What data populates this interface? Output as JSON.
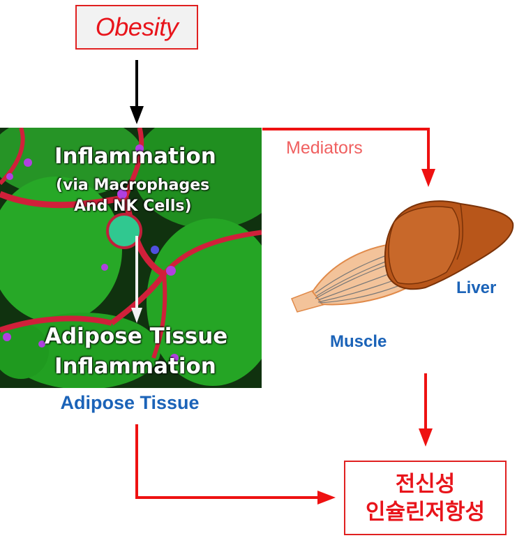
{
  "obesity": {
    "label": "Obesity"
  },
  "micrograph": {
    "line1": "Inflammation",
    "line2": "(via Macrophages",
    "line3": "And NK Cells)",
    "line4": "Adipose Tissue",
    "line5": "Inflammation"
  },
  "labels": {
    "adipose_tissue": "Adipose Tissue",
    "mediators": "Mediators",
    "muscle": "Muscle",
    "liver": "Liver"
  },
  "result": {
    "line1": "전신성",
    "line2": "인슐린저항성"
  },
  "colors": {
    "accent_red": "#e8141b",
    "label_blue": "#1b63b8",
    "mediators_pink": "#f06060",
    "cell_green": "#22b022",
    "membrane_red": "#d0203a",
    "nuclei_magenta": "#b040e0",
    "liver_brown": "#b8561a",
    "muscle_tan": "#f3c39a"
  }
}
